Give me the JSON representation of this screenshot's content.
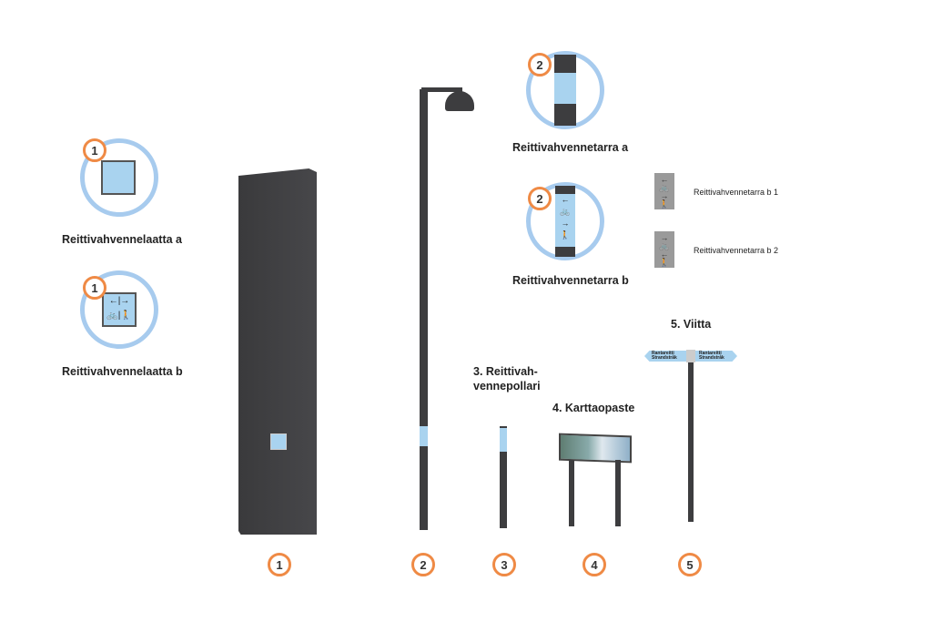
{
  "items": {
    "laatta_a": {
      "badge": "1",
      "label": "Reittivahvennelaatta a"
    },
    "laatta_b": {
      "badge": "1",
      "label": "Reittivahvennelaatta b",
      "icons": "←|→ 🚲 🚶"
    },
    "tarra_a": {
      "badge": "2",
      "label": "Reittivahvennetarra a"
    },
    "tarra_b": {
      "badge": "2",
      "label": "Reittivahvennetarra b"
    },
    "tarra_b1": {
      "label": "Reittivahvennetarra b 1"
    },
    "tarra_b2": {
      "label": "Reittivahvennetarra b 2"
    },
    "pollari": {
      "label_line1": "3. Reittivah-",
      "label_line2": "vennepollari"
    },
    "karttaopaste": {
      "label": "4. Karttaopaste"
    },
    "viitta": {
      "label": "5. Viitta",
      "sign_left_1": "Rantareitti",
      "sign_left_2": "Strandstråk",
      "sign_right_1": "Rantareitti",
      "sign_right_2": "Strandstråk"
    }
  },
  "bottom_badges": [
    "1",
    "2",
    "3",
    "4",
    "5"
  ],
  "colors": {
    "accent": "#ef8a45",
    "ring": "#a7cbee",
    "post": "#3d3d3f",
    "sign": "#a9d3ef"
  }
}
